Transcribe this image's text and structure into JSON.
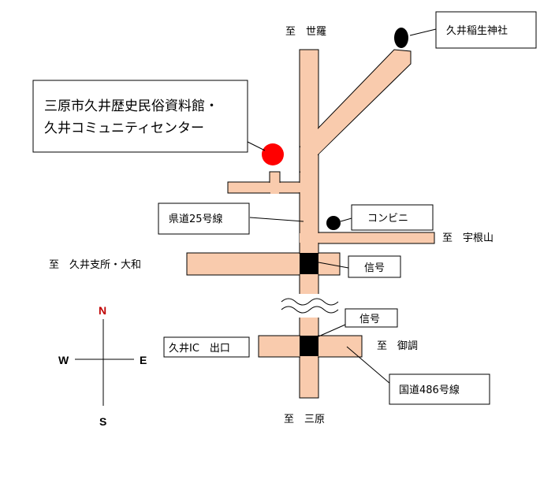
{
  "destinations": {
    "north": "至　世羅",
    "south": "至　三原",
    "east_upper": "至　宇根山",
    "west_middle": "至　久井支所・大和",
    "east_lower": "至　御調"
  },
  "landmarks": {
    "museum_line1": "三原市久井歴史民俗資料館・",
    "museum_line2": "久井コミュニティセンター",
    "shrine": "久井稲生神社",
    "convenience_store": "コンビニ",
    "signal_upper": "信号",
    "signal_lower": "信号",
    "interchange": "久井IC　出口"
  },
  "roads": {
    "prefectural": "県道25号線",
    "national": "国道486号線"
  },
  "compass": {
    "north": "N",
    "south": "S",
    "east": "E",
    "west": "W"
  },
  "colors": {
    "road_fill": "#f9cbad",
    "signal": "#000000",
    "museum_marker": "#ff0000",
    "north_label": "#c00000"
  },
  "icons": {
    "museum_marker": "red-dot-icon",
    "shrine_marker": "black-dot-icon",
    "store_marker": "black-dot-icon",
    "signal": "traffic-signal-square"
  }
}
